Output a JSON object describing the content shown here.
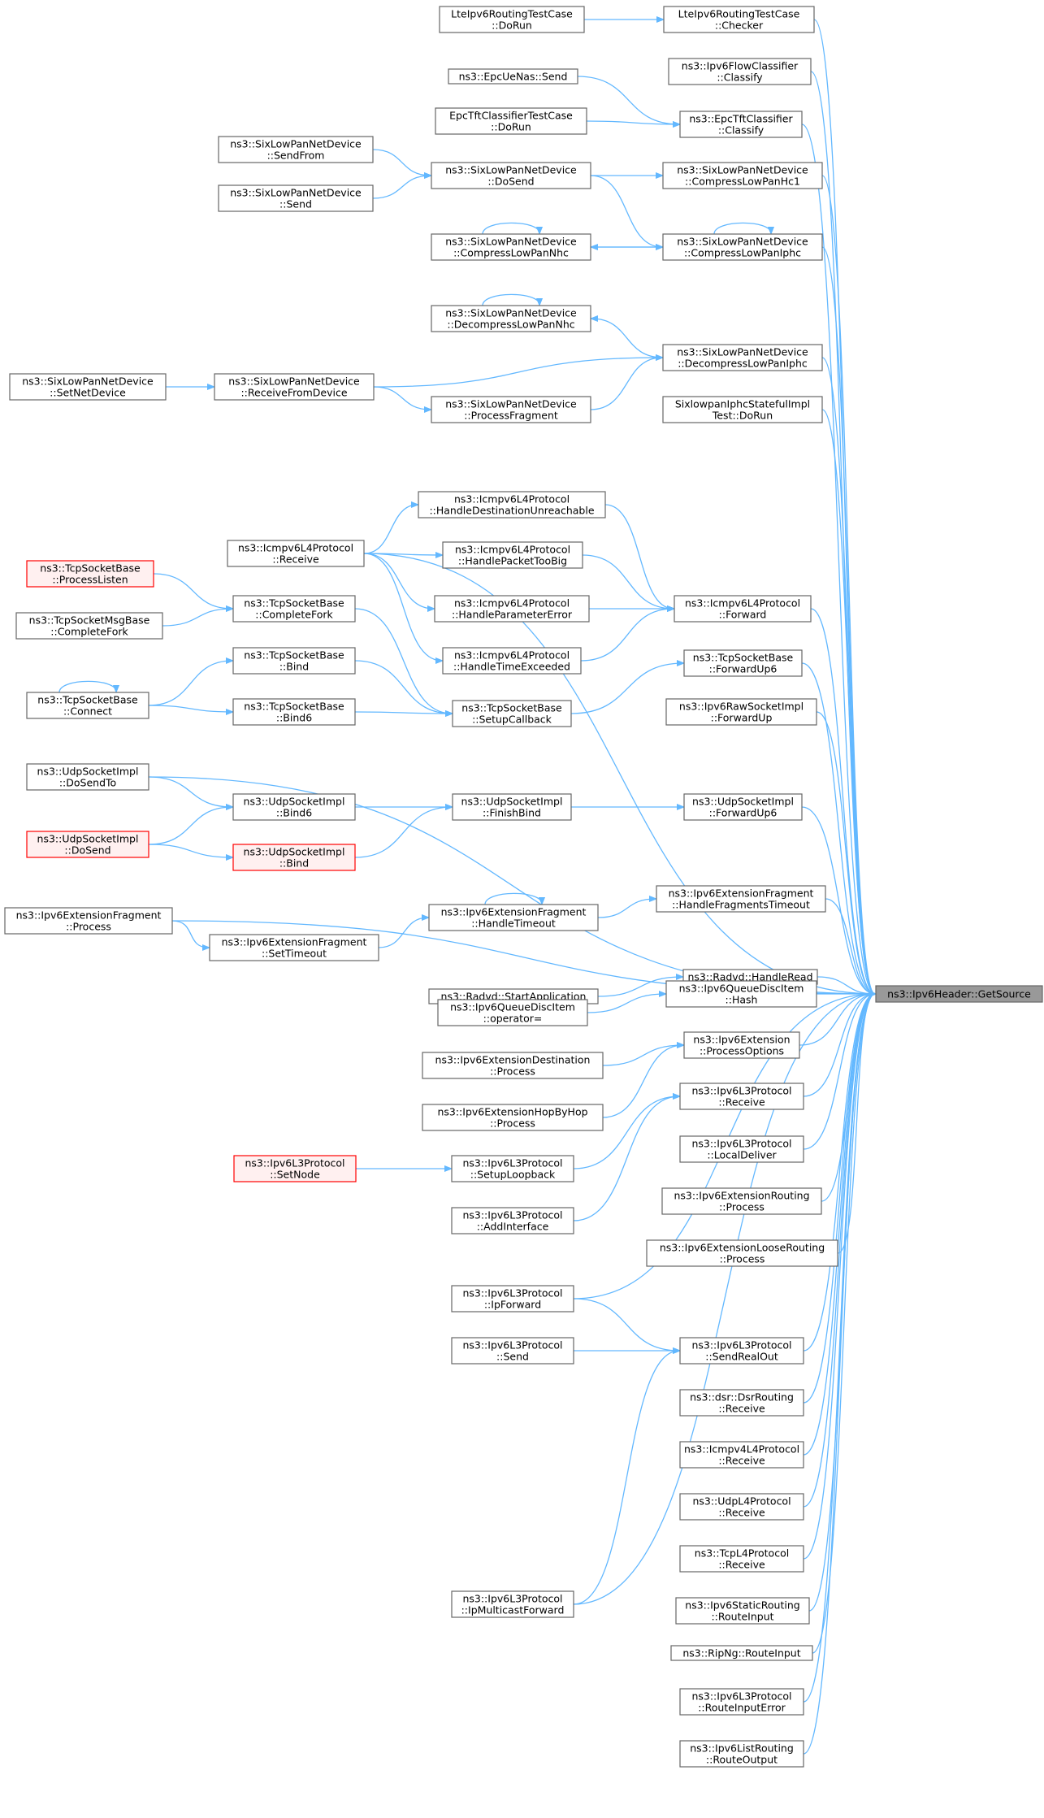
{
  "graph": {
    "target": "ns3::Ipv6Header::GetSource",
    "nodes": [
      {
        "id": "lte_dorun",
        "lines": [
          "LteIpv6RoutingTestCase",
          "::DoRun"
        ]
      },
      {
        "id": "lte_checker",
        "lines": [
          "LteIpv6RoutingTestCase",
          "::Checker"
        ]
      },
      {
        "id": "flowclass",
        "lines": [
          "ns3::Ipv6FlowClassifier",
          "::Classify"
        ]
      },
      {
        "id": "epcuenas",
        "lines": [
          "ns3::EpcUeNas::Send"
        ]
      },
      {
        "id": "epctft_dorun",
        "lines": [
          "EpcTftClassifierTestCase",
          "::DoRun"
        ]
      },
      {
        "id": "epctft_classify",
        "lines": [
          "ns3::EpcTftClassifier",
          "::Classify"
        ]
      },
      {
        "id": "sl_sendfrom",
        "lines": [
          "ns3::SixLowPanNetDevice",
          "::SendFrom"
        ]
      },
      {
        "id": "sl_send",
        "lines": [
          "ns3::SixLowPanNetDevice",
          "::Send"
        ]
      },
      {
        "id": "sl_dosend",
        "lines": [
          "ns3::SixLowPanNetDevice",
          "::DoSend"
        ]
      },
      {
        "id": "sl_hc1",
        "lines": [
          "ns3::SixLowPanNetDevice",
          "::CompressLowPanHc1"
        ]
      },
      {
        "id": "sl_cnhc",
        "lines": [
          "ns3::SixLowPanNetDevice",
          "::CompressLowPanNhc"
        ]
      },
      {
        "id": "sl_ciphc",
        "lines": [
          "ns3::SixLowPanNetDevice",
          "::CompressLowPanIphc"
        ]
      },
      {
        "id": "sl_dnhc",
        "lines": [
          "ns3::SixLowPanNetDevice",
          "::DecompressLowPanNhc"
        ]
      },
      {
        "id": "sl_diphc",
        "lines": [
          "ns3::SixLowPanNetDevice",
          "::DecompressLowPanIphc"
        ]
      },
      {
        "id": "sl_setnd",
        "lines": [
          "ns3::SixLowPanNetDevice",
          "::SetNetDevice"
        ]
      },
      {
        "id": "sl_recvfrom",
        "lines": [
          "ns3::SixLowPanNetDevice",
          "::ReceiveFromDevice"
        ]
      },
      {
        "id": "sl_procfrag",
        "lines": [
          "ns3::SixLowPanNetDevice",
          "::ProcessFragment"
        ]
      },
      {
        "id": "sixiphc",
        "lines": [
          "SixlowpanIphcStatefulImpl",
          "Test::DoRun"
        ]
      },
      {
        "id": "icmp_destun",
        "lines": [
          "ns3::Icmpv6L4Protocol",
          "::HandleDestinationUnreachable"
        ]
      },
      {
        "id": "icmp_recv",
        "lines": [
          "ns3::Icmpv6L4Protocol",
          "::Receive"
        ]
      },
      {
        "id": "icmp_toobig",
        "lines": [
          "ns3::Icmpv6L4Protocol",
          "::HandlePacketTooBig"
        ]
      },
      {
        "id": "tcp_proclisten",
        "lines": [
          "ns3::TcpSocketBase",
          "::ProcessListen"
        ],
        "red": true
      },
      {
        "id": "tcp_complfork",
        "lines": [
          "ns3::TcpSocketBase",
          "::CompleteFork"
        ]
      },
      {
        "id": "icmp_paramerr",
        "lines": [
          "ns3::Icmpv6L4Protocol",
          "::HandleParameterError"
        ]
      },
      {
        "id": "icmp_forward",
        "lines": [
          "ns3::Icmpv6L4Protocol",
          "::Forward"
        ]
      },
      {
        "id": "tcpmsg_fork",
        "lines": [
          "ns3::TcpSocketMsgBase",
          "::CompleteFork"
        ]
      },
      {
        "id": "icmp_timeex",
        "lines": [
          "ns3::Icmpv6L4Protocol",
          "::HandleTimeExceeded"
        ]
      },
      {
        "id": "tcp_bind",
        "lines": [
          "ns3::TcpSocketBase",
          "::Bind"
        ]
      },
      {
        "id": "tcp_fwdup6",
        "lines": [
          "ns3::TcpSocketBase",
          "::ForwardUp6"
        ]
      },
      {
        "id": "tcp_connect",
        "lines": [
          "ns3::TcpSocketBase",
          "::Connect"
        ]
      },
      {
        "id": "tcp_bind6",
        "lines": [
          "ns3::TcpSocketBase",
          "::Bind6"
        ]
      },
      {
        "id": "tcp_setcb",
        "lines": [
          "ns3::TcpSocketBase",
          "::SetupCallback"
        ]
      },
      {
        "id": "raw_fwdup",
        "lines": [
          "ns3::Ipv6RawSocketImpl",
          "::ForwardUp"
        ]
      },
      {
        "id": "udp_dosendto",
        "lines": [
          "ns3::UdpSocketImpl",
          "::DoSendTo"
        ]
      },
      {
        "id": "udp_bind6",
        "lines": [
          "ns3::UdpSocketImpl",
          "::Bind6"
        ]
      },
      {
        "id": "udp_finbind",
        "lines": [
          "ns3::UdpSocketImpl",
          "::FinishBind"
        ]
      },
      {
        "id": "udp_fwdup6",
        "lines": [
          "ns3::UdpSocketImpl",
          "::ForwardUp6"
        ]
      },
      {
        "id": "udp_dosend",
        "lines": [
          "ns3::UdpSocketImpl",
          "::DoSend"
        ],
        "red": true
      },
      {
        "id": "udp_bind",
        "lines": [
          "ns3::UdpSocketImpl",
          "::Bind"
        ],
        "red": true
      },
      {
        "id": "frag_hftimeout",
        "lines": [
          "ns3::Ipv6ExtensionFragment",
          "::HandleFragmentsTimeout"
        ]
      },
      {
        "id": "frag_process",
        "lines": [
          "ns3::Ipv6ExtensionFragment",
          "::Process"
        ]
      },
      {
        "id": "frag_htimeout",
        "lines": [
          "ns3::Ipv6ExtensionFragment",
          "::HandleTimeout"
        ]
      },
      {
        "id": "frag_settimeout",
        "lines": [
          "ns3::Ipv6ExtensionFragment",
          "::SetTimeout"
        ]
      },
      {
        "id": "radvd_hread",
        "lines": [
          "ns3::Radvd::HandleRead"
        ]
      },
      {
        "id": "radvd_start",
        "lines": [
          "ns3::Radvd::StartApplication"
        ]
      },
      {
        "id": "qdisc_hash",
        "lines": [
          "ns3::Ipv6QueueDiscItem",
          "::Hash"
        ]
      },
      {
        "id": "target",
        "lines": [
          "ns3::Ipv6Header::GetSource"
        ],
        "target": true
      },
      {
        "id": "qdisc_opeq",
        "lines": [
          "ns3::Ipv6QueueDiscItem",
          "::operator="
        ]
      },
      {
        "id": "ext_procopts",
        "lines": [
          "ns3::Ipv6Extension",
          "::ProcessOptions"
        ]
      },
      {
        "id": "extdest_proc",
        "lines": [
          "ns3::Ipv6ExtensionDestination",
          "::Process"
        ]
      },
      {
        "id": "l3_receive",
        "lines": [
          "ns3::Ipv6L3Protocol",
          "::Receive"
        ]
      },
      {
        "id": "exthop_proc",
        "lines": [
          "ns3::Ipv6ExtensionHopByHop",
          "::Process"
        ]
      },
      {
        "id": "l3_setnode",
        "lines": [
          "ns3::Ipv6L3Protocol",
          "::SetNode"
        ],
        "red": true
      },
      {
        "id": "l3_setloop",
        "lines": [
          "ns3::Ipv6L3Protocol",
          "::SetupLoopback"
        ]
      },
      {
        "id": "l3_localdel",
        "lines": [
          "ns3::Ipv6L3Protocol",
          "::LocalDeliver"
        ]
      },
      {
        "id": "extrout_proc",
        "lines": [
          "ns3::Ipv6ExtensionRouting",
          "::Process"
        ]
      },
      {
        "id": "l3_addif",
        "lines": [
          "ns3::Ipv6L3Protocol",
          "::AddInterface"
        ]
      },
      {
        "id": "extloose_proc",
        "lines": [
          "ns3::Ipv6ExtensionLooseRouting",
          "::Process"
        ]
      },
      {
        "id": "l3_ipforward",
        "lines": [
          "ns3::Ipv6L3Protocol",
          "::IpForward"
        ]
      },
      {
        "id": "l3_send",
        "lines": [
          "ns3::Ipv6L3Protocol",
          "::Send"
        ]
      },
      {
        "id": "l3_sendrealout",
        "lines": [
          "ns3::Ipv6L3Protocol",
          "::SendRealOut"
        ]
      },
      {
        "id": "dsr_recv",
        "lines": [
          "ns3::dsr::DsrRouting",
          "::Receive"
        ]
      },
      {
        "id": "icmp4_recv",
        "lines": [
          "ns3::Icmpv4L4Protocol",
          "::Receive"
        ]
      },
      {
        "id": "udpl4_recv",
        "lines": [
          "ns3::UdpL4Protocol",
          "::Receive"
        ]
      },
      {
        "id": "tcpl4_recv",
        "lines": [
          "ns3::TcpL4Protocol",
          "::Receive"
        ]
      },
      {
        "id": "l3_ipmcast",
        "lines": [
          "ns3::Ipv6L3Protocol",
          "::IpMulticastForward"
        ]
      },
      {
        "id": "static_rin",
        "lines": [
          "ns3::Ipv6StaticRouting",
          "::RouteInput"
        ]
      },
      {
        "id": "ripng_rin",
        "lines": [
          "ns3::RipNg::RouteInput"
        ]
      },
      {
        "id": "l3_rinerr",
        "lines": [
          "ns3::Ipv6L3Protocol",
          "::RouteInputError"
        ]
      },
      {
        "id": "list_rout",
        "lines": [
          "ns3::Ipv6ListRouting",
          "::RouteOutput"
        ]
      }
    ],
    "edges": [
      [
        "lte_dorun",
        "lte_checker"
      ],
      [
        "epcuenas",
        "epctft_classify"
      ],
      [
        "epctft_dorun",
        "epctft_classify"
      ],
      [
        "sl_sendfrom",
        "sl_dosend"
      ],
      [
        "sl_send",
        "sl_dosend"
      ],
      [
        "sl_dosend",
        "sl_hc1"
      ],
      [
        "sl_dosend",
        "sl_ciphc"
      ],
      [
        "sl_ciphc",
        "sl_cnhc"
      ],
      [
        "sl_cnhc",
        "sl_ciphc"
      ],
      [
        "sl_cnhc",
        "sl_cnhc"
      ],
      [
        "sl_ciphc",
        "sl_ciphc"
      ],
      [
        "sl_dnhc",
        "sl_dnhc"
      ],
      [
        "sl_diphc",
        "sl_dnhc"
      ],
      [
        "sl_setnd",
        "sl_recvfrom"
      ],
      [
        "sl_recvfrom",
        "sl_diphc"
      ],
      [
        "sl_recvfrom",
        "sl_procfrag"
      ],
      [
        "sl_procfrag",
        "sl_diphc"
      ],
      [
        "icmp_recv",
        "icmp_destun"
      ],
      [
        "icmp_recv",
        "icmp_toobig"
      ],
      [
        "icmp_recv",
        "icmp_paramerr"
      ],
      [
        "icmp_recv",
        "icmp_timeex"
      ],
      [
        "icmp_destun",
        "icmp_forward"
      ],
      [
        "icmp_toobig",
        "icmp_forward"
      ],
      [
        "icmp_paramerr",
        "icmp_forward"
      ],
      [
        "icmp_timeex",
        "icmp_forward"
      ],
      [
        "tcp_proclisten",
        "tcp_complfork"
      ],
      [
        "tcpmsg_fork",
        "tcp_complfork"
      ],
      [
        "tcp_connect",
        "tcp_bind"
      ],
      [
        "tcp_connect",
        "tcp_bind6"
      ],
      [
        "tcp_connect",
        "tcp_connect"
      ],
      [
        "tcp_complfork",
        "tcp_setcb"
      ],
      [
        "tcp_bind",
        "tcp_setcb"
      ],
      [
        "tcp_bind6",
        "tcp_setcb"
      ],
      [
        "tcp_setcb",
        "tcp_fwdup6"
      ],
      [
        "udp_dosendto",
        "udp_bind6"
      ],
      [
        "udp_dosend",
        "udp_bind6"
      ],
      [
        "udp_dosend",
        "udp_bind"
      ],
      [
        "udp_bind6",
        "udp_finbind"
      ],
      [
        "udp_bind",
        "udp_finbind"
      ],
      [
        "udp_finbind",
        "udp_fwdup6"
      ],
      [
        "frag_process",
        "frag_settimeout"
      ],
      [
        "frag_settimeout",
        "frag_htimeout"
      ],
      [
        "frag_htimeout",
        "frag_htimeout"
      ],
      [
        "frag_htimeout",
        "frag_hftimeout"
      ],
      [
        "radvd_start",
        "radvd_hread"
      ],
      [
        "qdisc_opeq",
        "qdisc_hash"
      ],
      [
        "extdest_proc",
        "ext_procopts"
      ],
      [
        "exthop_proc",
        "ext_procopts"
      ],
      [
        "l3_setnode",
        "l3_setloop"
      ],
      [
        "l3_setloop",
        "l3_receive"
      ],
      [
        "l3_addif",
        "l3_receive"
      ],
      [
        "l3_ipforward",
        "l3_sendrealout"
      ],
      [
        "l3_send",
        "l3_sendrealout"
      ],
      [
        "l3_ipmcast",
        "l3_sendrealout"
      ],
      [
        "lte_checker",
        "target"
      ],
      [
        "flowclass",
        "target"
      ],
      [
        "epctft_classify",
        "target"
      ],
      [
        "sl_hc1",
        "target"
      ],
      [
        "sl_ciphc",
        "target"
      ],
      [
        "sl_diphc",
        "target"
      ],
      [
        "sixiphc",
        "target"
      ],
      [
        "icmp_recv",
        "target"
      ],
      [
        "icmp_forward",
        "target"
      ],
      [
        "tcp_fwdup6",
        "target"
      ],
      [
        "raw_fwdup",
        "target"
      ],
      [
        "udp_dosendto",
        "target"
      ],
      [
        "udp_fwdup6",
        "target"
      ],
      [
        "frag_process",
        "target"
      ],
      [
        "frag_hftimeout",
        "target"
      ],
      [
        "radvd_hread",
        "target"
      ],
      [
        "qdisc_hash",
        "target"
      ],
      [
        "ext_procopts",
        "target"
      ],
      [
        "l3_receive",
        "target"
      ],
      [
        "l3_localdel",
        "target"
      ],
      [
        "extrout_proc",
        "target"
      ],
      [
        "extloose_proc",
        "target"
      ],
      [
        "l3_ipforward",
        "target"
      ],
      [
        "l3_sendrealout",
        "target"
      ],
      [
        "dsr_recv",
        "target"
      ],
      [
        "icmp4_recv",
        "target"
      ],
      [
        "udpl4_recv",
        "target"
      ],
      [
        "tcpl4_recv",
        "target"
      ],
      [
        "static_rin",
        "target"
      ],
      [
        "ripng_rin",
        "target"
      ],
      [
        "l3_rinerr",
        "target"
      ],
      [
        "list_rout",
        "target"
      ],
      [
        "l3_ipmcast",
        "target"
      ]
    ]
  }
}
